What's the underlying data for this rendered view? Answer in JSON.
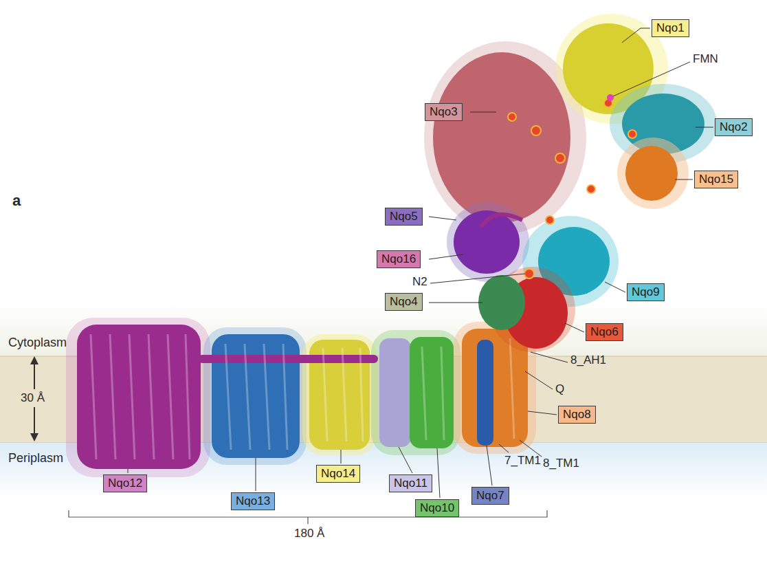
{
  "diagram": {
    "nodes": [
      {
        "text": [
          "Nqo1"
        ]
      },
      {
        "text": [
          "Nqo3"
        ]
      },
      {
        "text": [
          "Nqo2"
        ]
      },
      {
        "text": [
          "Nqo15"
        ]
      },
      {
        "text": [
          "Nqo5"
        ]
      },
      {
        "text": [
          "Nqo16"
        ]
      },
      {
        "text": [
          "Nqo9"
        ]
      },
      {
        "text": [
          "Nqo4"
        ]
      },
      {
        "text": [
          "Nqo6"
        ]
      },
      {
        "text": [
          "Nqo8"
        ]
      },
      {
        "text": [
          "Nqo12"
        ]
      },
      {
        "text": [
          "Nqo14"
        ]
      },
      {
        "text": [
          "Nqo11"
        ]
      },
      {
        "text": [
          "Nqo13"
        ]
      },
      {
        "text": [
          "Nqo10"
        ]
      },
      {
        "text": [
          "Nqo7"
        ]
      }
    ],
    "labels": [
      "a",
      "FMN",
      "N2",
      "8_AH1",
      "Q",
      "7_TM1",
      "8_TM1",
      "Cytoplasm",
      "30 Å",
      "Periplasm",
      "180 Å"
    ]
  }
}
